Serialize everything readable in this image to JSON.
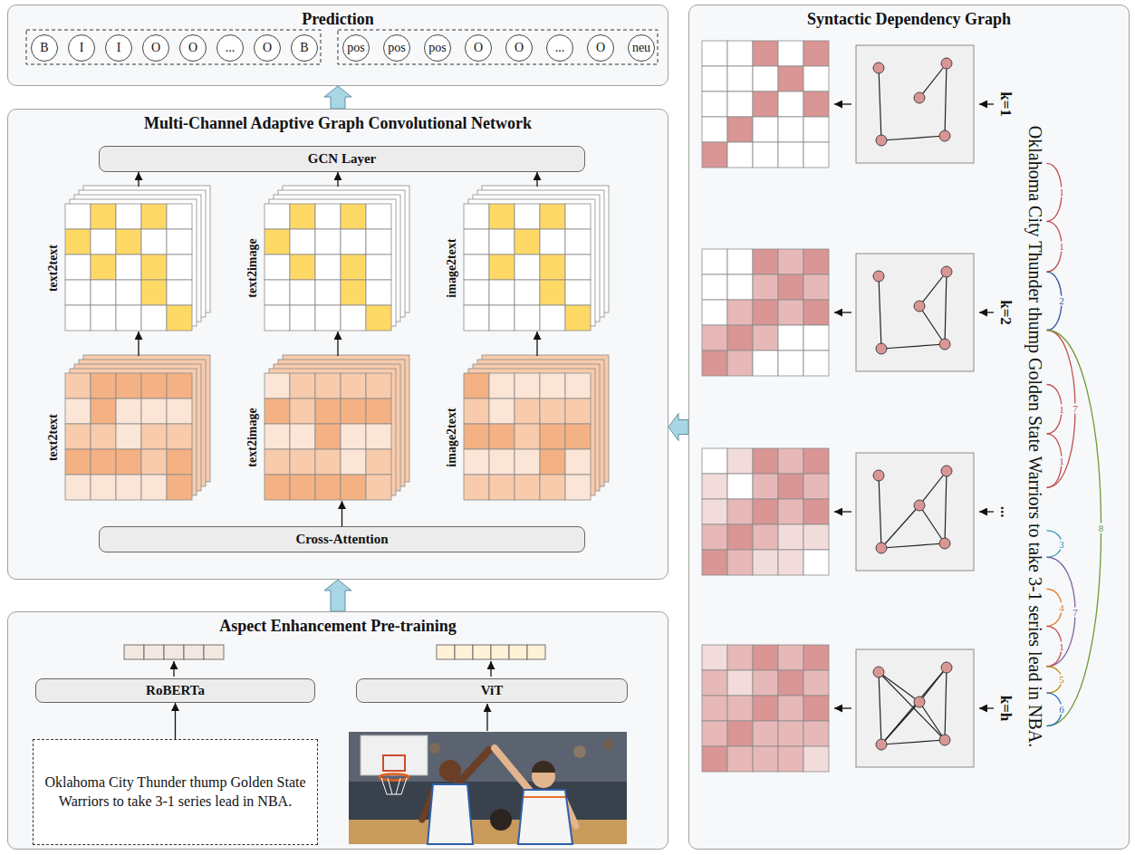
{
  "diagram": {
    "nodes": [
      {
        "text": [
          "Prediction"
        ]
      },
      {
        "text": [
          "B"
        ],
        "in": 0
      },
      {
        "text": [
          "I"
        ],
        "in": 0
      },
      {
        "text": [
          "I"
        ],
        "in": 0
      },
      {
        "text": [
          "O"
        ],
        "in": 0
      },
      {
        "text": [
          "O"
        ],
        "in": 0
      },
      {
        "text": [
          "..."
        ],
        "in": 0
      },
      {
        "text": [
          "O"
        ],
        "in": 0
      },
      {
        "text": [
          "B"
        ],
        "in": 0
      },
      {
        "text": [
          "pos"
        ],
        "in": 0
      },
      {
        "text": [
          "pos"
        ],
        "in": 0
      },
      {
        "text": [
          "pos"
        ],
        "in": 0
      },
      {
        "text": [
          "O"
        ],
        "in": 0
      },
      {
        "text": [
          "O"
        ],
        "in": 0
      },
      {
        "text": [
          "..."
        ],
        "in": 0
      },
      {
        "text": [
          "O"
        ],
        "in": 0
      },
      {
        "text": [
          "neu"
        ],
        "in": 0
      },
      {
        "text": [
          "Multi-Channel Adaptive Graph Convolutional Network"
        ]
      },
      {
        "text": [
          "GCN Layer"
        ],
        "in": 17
      },
      {
        "text": [
          "text2text"
        ],
        "in": 17
      },
      {
        "text": [
          "text2image"
        ],
        "in": 17
      },
      {
        "text": [
          "image2text"
        ],
        "in": 17
      },
      {
        "text": [
          "text2text"
        ],
        "in": 17
      },
      {
        "text": [
          "text2image"
        ],
        "in": 17
      },
      {
        "text": [
          "image2text"
        ],
        "in": 17
      },
      {
        "text": [
          "Cross-Attention"
        ],
        "in": 17
      },
      {
        "text": [
          "Aspect Enhancement Pre-training"
        ]
      },
      {
        "text": [
          "RoBERTa"
        ],
        "in": 26
      },
      {
        "text": [
          "ViT"
        ],
        "in": 26
      },
      {
        "text": [
          "Oklahoma City Thunder thump Golden State Warriors to take 3-1 series lead in NBA."
        ],
        "in": 26
      },
      {
        "text": [
          "Syntactic Dependency Graph"
        ]
      }
    ],
    "edges": [
      {
        "from": 17,
        "to": 0,
        "arrow": "to"
      },
      {
        "from": 19,
        "to": 18,
        "arrow": "to"
      },
      {
        "from": 20,
        "to": 18,
        "arrow": "to"
      },
      {
        "from": 21,
        "to": 18,
        "arrow": "to"
      },
      {
        "from": 22,
        "to": 19,
        "arrow": "to"
      },
      {
        "from": 23,
        "to": 20,
        "arrow": "to"
      },
      {
        "from": 24,
        "to": 21,
        "arrow": "to"
      },
      {
        "from": 25,
        "to": 23,
        "arrow": "to"
      },
      {
        "from": 26,
        "to": 17,
        "arrow": "to"
      },
      {
        "from": 29,
        "to": 27,
        "arrow": "to"
      },
      {
        "from": 30,
        "to": 17,
        "arrow": "to"
      }
    ],
    "labels": [
      "k=1",
      "k=2",
      "...",
      "k=h",
      "Oklahoma City Thunder thump Golden State Warriors to take 3-1 series lead in NBA.",
      "1",
      "1",
      "2",
      "7",
      "1",
      "1",
      "8",
      "3",
      "7",
      "4",
      "1",
      "5",
      "6"
    ]
  }
}
